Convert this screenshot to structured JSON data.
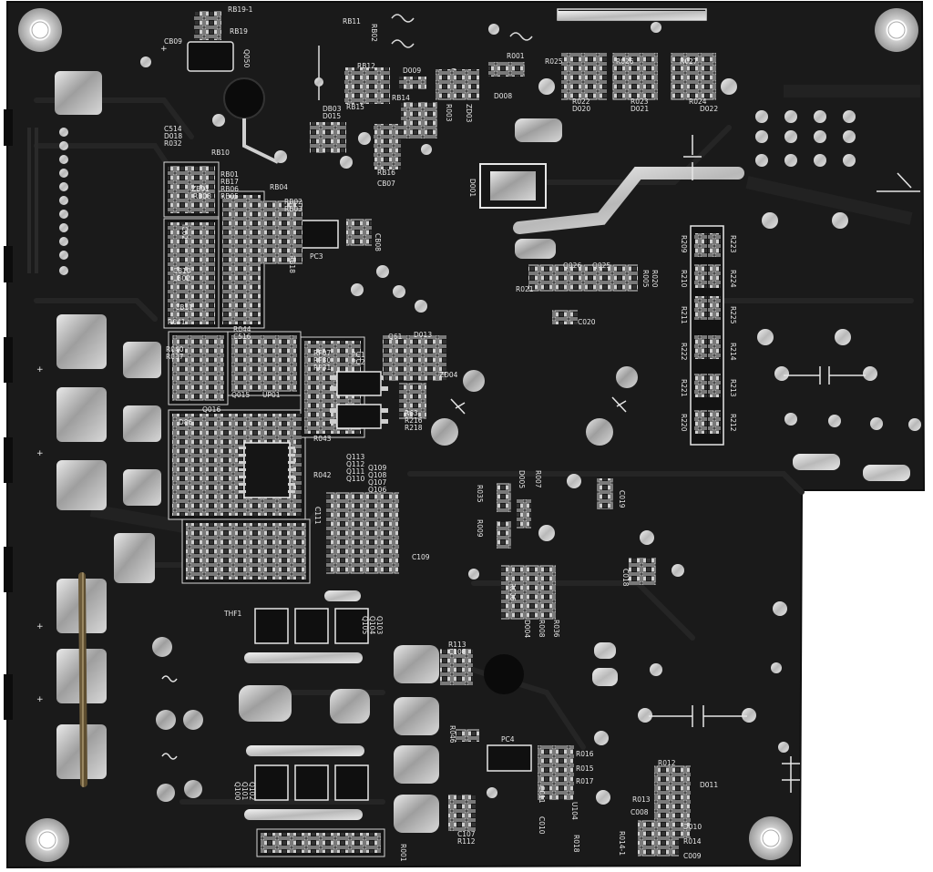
{
  "image": {
    "subject": "pcb-underside",
    "background_color": "#ffffff",
    "board_color": "#1a1a1a",
    "trace_color": "#262626",
    "pad_color": "#c9c9c9",
    "silkscreen_color": "#e8e8e8"
  },
  "silkscreen": {
    "rb19_1": "RB19-1",
    "rb19": "RB19",
    "cb09": "CB09",
    "q050": "Q050",
    "rb11": "RB11",
    "rb02": "RB02",
    "rb12": "RB12",
    "rb14": "RB14",
    "rb15": "RB15",
    "d009": "D009",
    "r003": "R003",
    "zd03": "ZD03",
    "db03": "DB03",
    "d015": "D015",
    "r001": "R001",
    "d008": "D008",
    "r025": "R025",
    "r026": "R026",
    "r027": "R027",
    "r022": "R022",
    "d020": "D020",
    "r023": "R023",
    "d021": "D021",
    "r024": "R024",
    "d022": "D022",
    "c514": "C514",
    "d018": "D018",
    "r032": "R032",
    "rb16": "RB16",
    "cb07": "CB07",
    "rb10": "RB10",
    "rb01": "RB01",
    "rb17": "RB17",
    "rb06": "RB06",
    "rb05": "RB05",
    "zb01": "ZB01",
    "rb08": "RB08",
    "rb04": "RB04",
    "rb02b": "RB02",
    "rb03": "RB03",
    "ic02": "IC02",
    "d001": "D001",
    "pc3": "PC3",
    "cb08": "CB08",
    "rb18": "RB18",
    "r209": "R209",
    "r223": "R223",
    "r210": "R210",
    "r224": "R224",
    "r211": "R211",
    "r225": "R225",
    "r222": "R222",
    "r214": "R214",
    "r221": "R221",
    "r213": "R213",
    "r220": "R220",
    "r212": "R212",
    "q026": "Q026",
    "q025": "Q025",
    "r005": "R005",
    "r020": "R020",
    "r021": "R021",
    "c020": "C020",
    "c810": "C810",
    "lb02": "LB02",
    "cb11": "CB11",
    "r041": "R041",
    "r040": "R040",
    "r037": "R037",
    "r044": "R044",
    "c516": "C516",
    "q61": "Q61",
    "d013": "D013",
    "zd04": "ZD04",
    "pc1": "PC1",
    "pc2": "PC2",
    "rp07": "RP07",
    "rp30": "RP30",
    "rp31": "RP31",
    "r63": "R63",
    "r216": "R216",
    "r218": "R218",
    "q015": "Q015",
    "up01": "UP01",
    "q016": "Q016",
    "d86": "D86",
    "r043": "R043",
    "r042": "R042",
    "q113": "Q113",
    "q112": "Q112",
    "q111": "Q111",
    "q110": "Q110",
    "q109": "Q109",
    "q108": "Q108",
    "q107": "Q107",
    "q106": "Q106",
    "c111": "C111",
    "c109": "C109",
    "r035": "R035",
    "r009": "R009",
    "d005": "D005",
    "r007": "R007",
    "c019": "C019",
    "c018": "C018",
    "r006": "R006",
    "d004": "D004",
    "r008": "R008",
    "r036": "R036",
    "thf1": "THF1",
    "q103": "Q103",
    "q104": "Q104",
    "q105": "Q105",
    "r113": "R113",
    "c108": "C108",
    "r046": "R046",
    "pc4": "PC4",
    "r016": "R016",
    "r015": "R015",
    "r017": "R017",
    "c011": "C011",
    "u104": "U104",
    "c010": "C010",
    "r018": "R018",
    "r012": "R012",
    "r013": "R013",
    "d011": "D011",
    "c008": "C008",
    "d010": "D010",
    "r014": "R014",
    "r014_1": "R014-1",
    "c009": "C009",
    "q101": "Q101",
    "q102": "Q102",
    "q100": "Q100",
    "c107": "C107",
    "r112": "R112",
    "r001b": "R001"
  }
}
